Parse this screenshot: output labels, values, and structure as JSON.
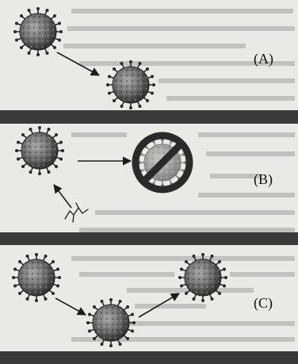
{
  "labels": {
    "a": "(A)",
    "b": "(B)",
    "c": "(C)"
  },
  "colors": {
    "virus_fill": "#6d6d6d",
    "virus_dark": "#2b2b2b",
    "bar": "#3a3a3a",
    "prohibition": "#2a2a2a",
    "arrow": "#1c1c1c",
    "paper": "#e9e9e6"
  },
  "icons": {
    "virus": "virus-particle-icon",
    "blocked": "prohibition-sign-icon",
    "antibody": "antibody-icon"
  }
}
